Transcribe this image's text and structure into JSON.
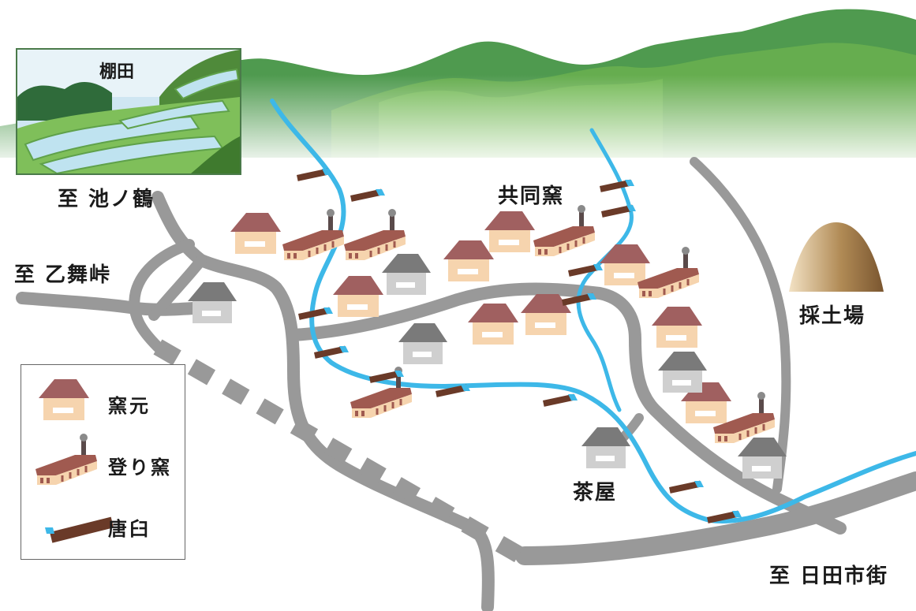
{
  "inset": {
    "title": "棚田"
  },
  "labels": {
    "to_ikenotsuru": "至 池ノ鶴",
    "to_otomaitoge": "至 乙舞峠",
    "kyodo_gama": "共同窯",
    "saidoba": "採土場",
    "chaya": "茶屋",
    "to_hita": "至 日田市街"
  },
  "legend": {
    "items": [
      {
        "label": "窯元",
        "icon": "house-icon"
      },
      {
        "label": "登り窯",
        "icon": "climbing-kiln-icon"
      },
      {
        "label": "唐臼",
        "icon": "karausu-icon"
      }
    ]
  },
  "colors": {
    "mountain": "#4f9a4f",
    "road": "#999999",
    "river": "#3db8e8",
    "house_wall": "#f6d4ae",
    "house_roof": "#a06060",
    "gray_house": "#bdbdbd",
    "kiln_roof": "#a05a50",
    "karausu": "#6a3a28"
  }
}
